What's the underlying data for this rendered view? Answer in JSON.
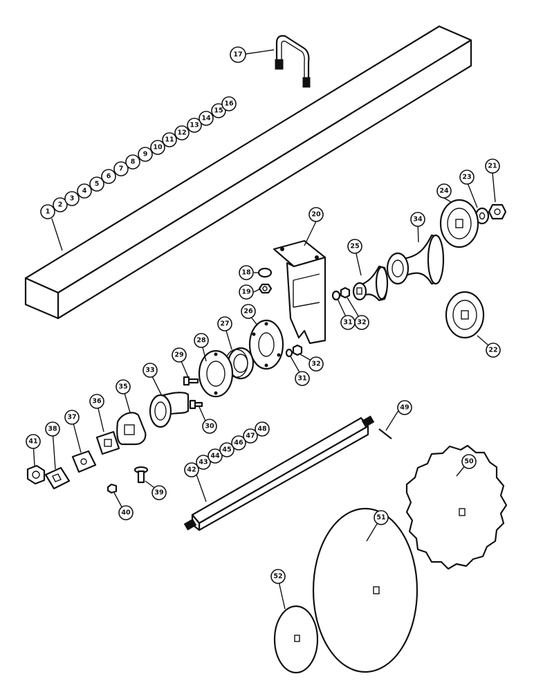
{
  "callouts": {
    "c1": "1",
    "c2": "2",
    "c3": "3",
    "c4": "4",
    "c5": "5",
    "c6": "6",
    "c7": "7",
    "c8": "8",
    "c9": "9",
    "c10": "10",
    "c11": "11",
    "c12": "12",
    "c13": "13",
    "c14": "14",
    "c15": "15",
    "c16": "16",
    "c17": "17",
    "c18": "18",
    "c19": "19",
    "c20": "20",
    "c21": "21",
    "c22": "22",
    "c23": "23",
    "c24": "24",
    "c25": "25",
    "c26": "26",
    "c27": "27",
    "c28": "28",
    "c29": "29",
    "c30": "30",
    "c31a": "31",
    "c31b": "31",
    "c32a": "32",
    "c32b": "32",
    "c33": "33",
    "c34": "34",
    "c35": "35",
    "c36": "36",
    "c37": "37",
    "c38": "38",
    "c39": "39",
    "c40": "40",
    "c41": "41",
    "c42": "42",
    "c43": "43",
    "c44": "44",
    "c45": "45",
    "c46": "46",
    "c47": "47",
    "c48": "48",
    "c49": "49",
    "c50": "50",
    "c51": "51",
    "c52": "52"
  }
}
